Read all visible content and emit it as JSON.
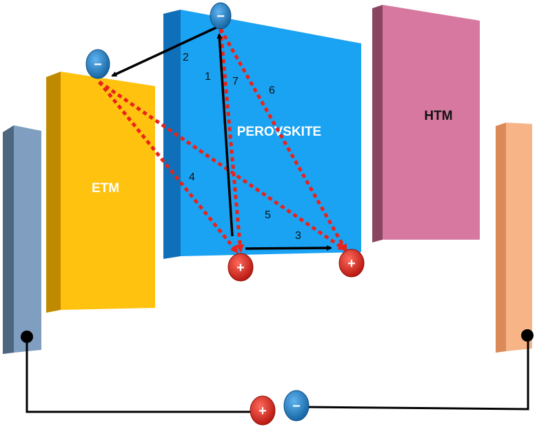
{
  "layers": {
    "perovskite": {
      "label": "PEROVSKITE",
      "front": "#1aa3f2",
      "side": "#0f6fb8",
      "top": "#3db5f7"
    },
    "etm": {
      "label": "ETM",
      "front": "#ffc20e",
      "side": "#c08a00",
      "top": "#ffd34d"
    },
    "htm": {
      "label": "HTM",
      "front": "#d6789f",
      "side": "#8a4563",
      "top": "#e59ab8"
    },
    "left_electrode": {
      "front": "#7f9ec0",
      "side": "#4e6680"
    },
    "right_electrode": {
      "front": "#f7b487",
      "side": "#d98a58"
    }
  },
  "steps": [
    "1",
    "2",
    "3",
    "4",
    "5",
    "6",
    "7"
  ],
  "charges": {
    "electron_sign": "−",
    "hole_sign": "+",
    "electron_color": "#1e7fd0",
    "hole_color": "#e8231c"
  },
  "arrows": {
    "transport_color": "#000000",
    "recombination_color": "#e8231c"
  }
}
